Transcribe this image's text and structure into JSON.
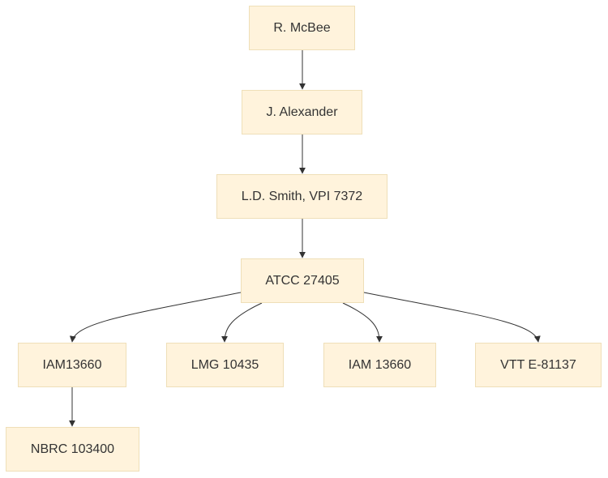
{
  "nodes": {
    "mcbee": "R. McBee",
    "alexander": "J. Alexander",
    "smith": "L.D. Smith, VPI 7372",
    "atcc": "ATCC 27405",
    "iam13660a": "IAM13660",
    "lmg": "LMG 10435",
    "iam13660b": "IAM 13660",
    "vtt": "VTT E-81137",
    "nbrc": "NBRC 103400"
  },
  "edges": [
    [
      "mcbee",
      "alexander"
    ],
    [
      "alexander",
      "smith"
    ],
    [
      "smith",
      "atcc"
    ],
    [
      "atcc",
      "iam13660a"
    ],
    [
      "atcc",
      "lmg"
    ],
    [
      "atcc",
      "iam13660b"
    ],
    [
      "atcc",
      "vtt"
    ],
    [
      "iam13660a",
      "nbrc"
    ]
  ],
  "colors": {
    "node_fill": "#fff3dc",
    "node_border": "#efdfb8",
    "edge": "#333333",
    "text": "#333333"
  }
}
